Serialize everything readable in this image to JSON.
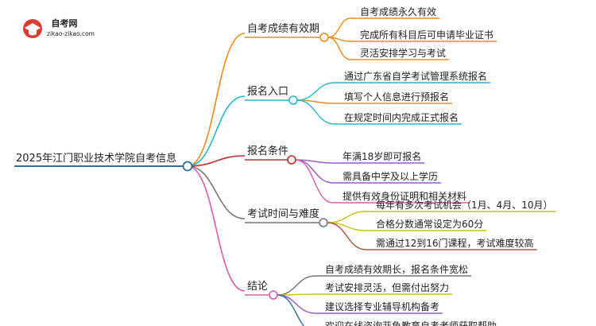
{
  "logo": {
    "name": "自考网",
    "url": "zikao-zikao.com"
  },
  "root": {
    "label": "2025年江门职业技术学院自考信息",
    "color": "#2f6f97"
  },
  "branches": [
    {
      "label": "自考成绩有效期",
      "color": "#f08a1c",
      "children": [
        "自考成绩永久有效",
        "完成所有科目后可申请毕业证书",
        "灵活安排学习与考试"
      ],
      "child_colors": [
        "#f08a1c",
        "#f08a1c",
        "#f08a1c"
      ]
    },
    {
      "label": "报名入口",
      "color": "#25b7c8",
      "children": [
        "通过广东省自学考试管理系统报名",
        "填写个人信息进行预报名",
        "在规定时间内完成正式报名"
      ],
      "child_colors": [
        "#25b7c8",
        "#f08a1c",
        "#25b7c8"
      ]
    },
    {
      "label": "报名条件",
      "color": "#cc2a2a",
      "children": [
        "年满18岁即可报名",
        "需具备中学及以上学历",
        "提供有效身份证明和相关材料"
      ],
      "child_colors": [
        "#9b59c9",
        "#9b59c9",
        "#e05aa8"
      ]
    },
    {
      "label": "考试时间与难度",
      "color": "#777777",
      "children": [
        "每年有多次考试机会（1月、4月、10月）",
        "合格分数通常设定为60分",
        "需通过12到16门课程，考试难度较高"
      ],
      "child_colors": [
        "#c9c21a",
        "#c9c21a",
        "#b5513a"
      ]
    },
    {
      "label": "结论",
      "color": "#e05aa8",
      "children": [
        "自考成绩有效期长，报名条件宽松",
        "考试安排灵活，但需付出努力",
        "建议选择专业辅导机构备考",
        "欢迎在线咨询菲鱼教育自考老师获取帮助"
      ],
      "child_colors": [
        "#777777",
        "#c9c21a",
        "#9b59c9",
        "#2f6f97"
      ]
    }
  ]
}
